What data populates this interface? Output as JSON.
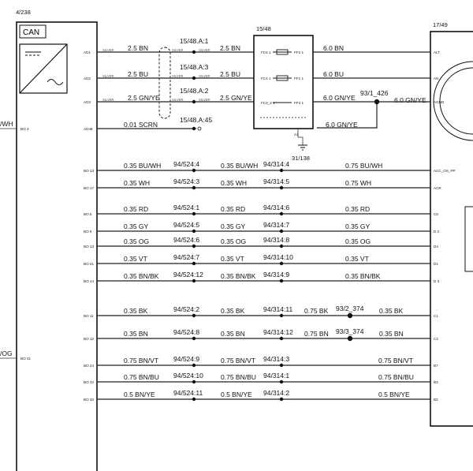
{
  "components": {
    "left": {
      "ref": "4/238",
      "badge": "CAN"
    },
    "fuse_box": {
      "ref": "15/48"
    },
    "right": {
      "ref": "17/49"
    },
    "ground": {
      "ref": "A1",
      "label": "31/138"
    }
  },
  "left_edge_labels": [
    "/WH",
    "/OG"
  ],
  "left_pins": [
    "AD1",
    "AD2",
    "AD3",
    "AD48",
    "BO 13",
    "BO 17",
    "BO 5",
    "BO 8",
    "BO 13",
    "BO 21",
    "BO 14",
    "BO 11",
    "BO 12",
    "BO 24",
    "BO 32",
    "BO 30"
  ],
  "left_lower_pins": [
    "BO 3",
    "BO 31"
  ],
  "right_pins": [
    "ALT",
    "AN",
    "AGND",
    "ACC_OS_PP",
    "ACR",
    "C6",
    "D 2",
    "D4",
    "D1",
    "D 3",
    "C1",
    "C2",
    "B7",
    "B3",
    "B2"
  ],
  "fuse_pins": [
    "FC6 1",
    "FC4 1",
    "FC3_2 1",
    "FF2 1",
    "FF1 1",
    "FF3 1"
  ],
  "top_wires": [
    {
      "color": "2.5 BN",
      "conn": "15/48.A:1",
      "color2": "2.5 BN",
      "out": "6.0 BN"
    },
    {
      "color": "2.5 BU",
      "conn": "15/48.A:3",
      "color2": "2.5 BU",
      "out": "6.0 BU"
    },
    {
      "color": "2.5 GN/YE",
      "conn": "15/48.A:2",
      "color2": "2.5 GN/YE",
      "out": "6.0 GN/YE"
    }
  ],
  "silver": "SILVER",
  "splice_top": {
    "ref": "93/1_426",
    "out": "6.0 GN/YE"
  },
  "ground_wire": "6.0 GN/YE",
  "screen_wire": {
    "color": "0.01 SCRN",
    "conn": "15/48.A:45"
  },
  "signal_wires": [
    {
      "c1": "0.35 BU/WH",
      "k1": "94/524:4",
      "c2": "0.35 BU/WH",
      "k2": "94/314:4",
      "c3": "0.75 BU/WH"
    },
    {
      "c1": "0.35 WH",
      "k1": "94/524:3",
      "c2": "0.35 WH",
      "k2": "94/314:5",
      "c3": "0.75 WH"
    },
    {
      "c1": "0.35 RD",
      "k1": "94/524:1",
      "c2": "0.35 RD",
      "k2": "94/314:6",
      "c3": "0.35 RD"
    },
    {
      "c1": "0.35 GY",
      "k1": "94/524:5",
      "c2": "0.35 GY",
      "k2": "94/314:7",
      "c3": "0.35 GY"
    },
    {
      "c1": "0.35 OG",
      "k1": "94/524:6",
      "c2": "0.35 OG",
      "k2": "94/314:8",
      "c3": "0.35 OG"
    },
    {
      "c1": "0.35 VT",
      "k1": "94/524:7",
      "c2": "0.35 VT",
      "k2": "94/314:10",
      "c3": "0.35 VT"
    },
    {
      "c1": "0.35 BN/BK",
      "k1": "94/524:12",
      "c2": "0.35 BN/BK",
      "k2": "94/314:9",
      "c3": "0.35 BN/BK"
    },
    {
      "c1": "0.35 BK",
      "k1": "94/524:2",
      "c2": "0.35 BK",
      "k2": "94/314:11",
      "c3": "0.75 BK",
      "s": "93/2_374",
      "c4": "0.35 BK"
    },
    {
      "c1": "0.35 BN",
      "k1": "94/524:8",
      "c2": "0.35 BN",
      "k2": "94/314:12",
      "c3": "0.75 BN",
      "s": "93/3_374",
      "c4": "0.35 BN"
    },
    {
      "c1": "0.75 BN/VT",
      "k1": "94/524:9",
      "c2": "0.75 BN/VT",
      "k2": "94/314:3",
      "c3": "0.75 BN/VT"
    },
    {
      "c1": "0.75 BN/BU",
      "k1": "94/524:10",
      "c2": "0.75 BN/BU",
      "k2": "94/314:1",
      "c3": "0.75 BN/BU"
    },
    {
      "c1": "0.5 BN/YE",
      "k1": "94/524:11",
      "c2": "0.5 BN/YE",
      "k2": "94/314:2",
      "c3": "0.5 BN/YE"
    }
  ]
}
